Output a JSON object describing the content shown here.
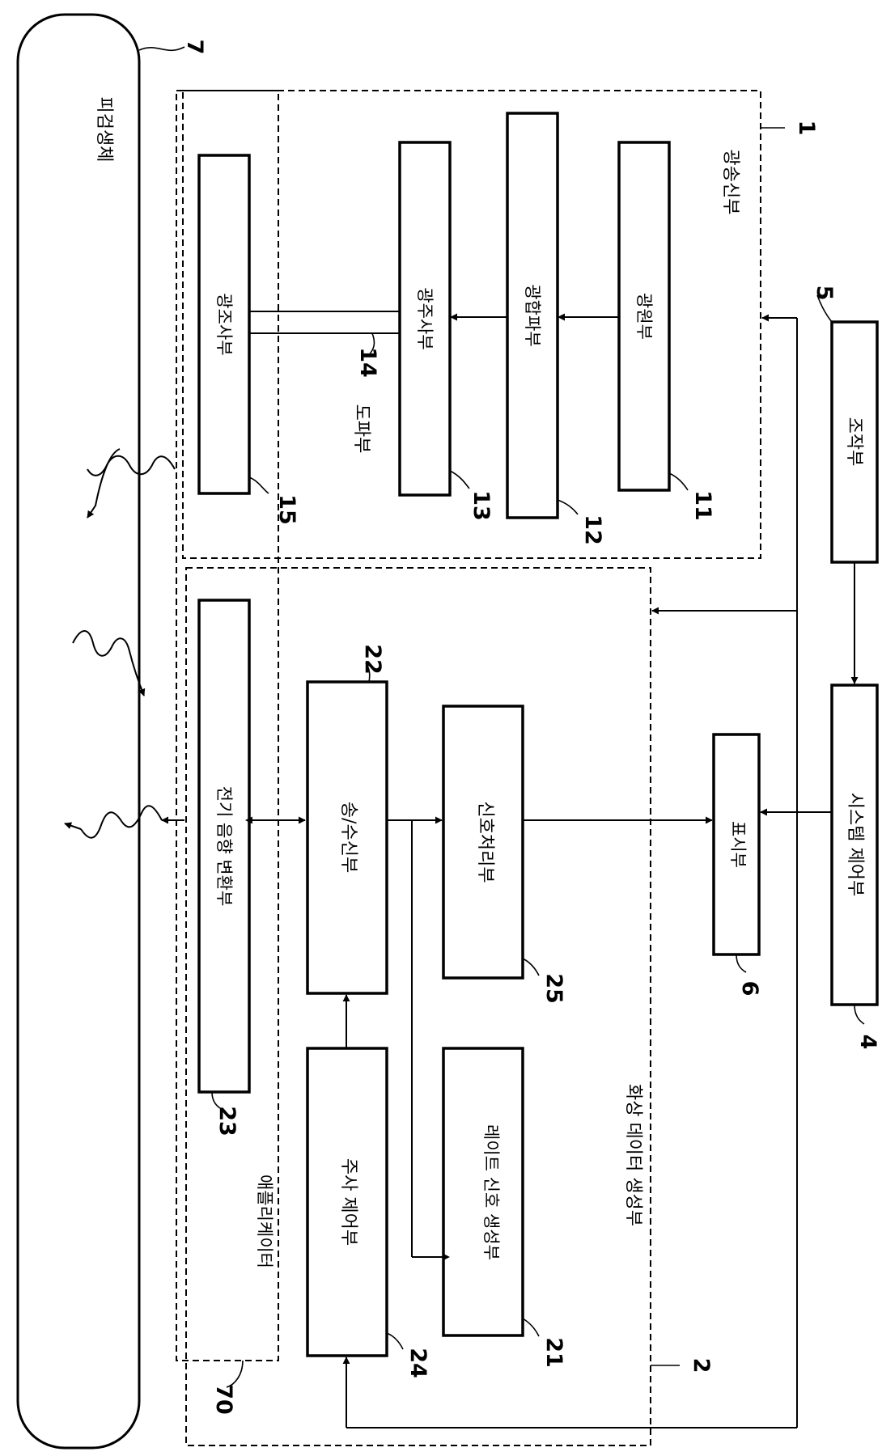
{
  "subject": {
    "label": "피검생체",
    "ref": "7"
  },
  "light_transmitter": {
    "label": "광송신부",
    "ref": "1"
  },
  "light_source": {
    "label": "광원부",
    "ref": "11"
  },
  "optical_multiplexer": {
    "label": "광합파부",
    "ref": "12"
  },
  "light_scanner": {
    "label": "광주사부",
    "ref": "13"
  },
  "waveguide": {
    "label": "도파부",
    "ref": "14"
  },
  "light_irradiator": {
    "label": "광조사부",
    "ref": "15"
  },
  "image_data_generator": {
    "label": "화상 데이터 생성부",
    "ref": "2"
  },
  "transducer": {
    "label": "전기 음향 변환부",
    "ref": "23"
  },
  "transceiver": {
    "label": "송/수신부",
    "ref": "22"
  },
  "signal_processor": {
    "label": "신호처리부",
    "ref": "25"
  },
  "scan_controller": {
    "label": "주사 제어부",
    "ref": "24"
  },
  "rate_signal_generator": {
    "label": "레이트 신호 생성부",
    "ref": "21"
  },
  "applicator": {
    "label": "애플리케이터",
    "ref": "70"
  },
  "operation_unit": {
    "label": "조작부",
    "ref": "5"
  },
  "system_controller": {
    "label": "시스템 제어부",
    "ref": "4"
  },
  "display_unit": {
    "label": "표시부",
    "ref": "6"
  }
}
